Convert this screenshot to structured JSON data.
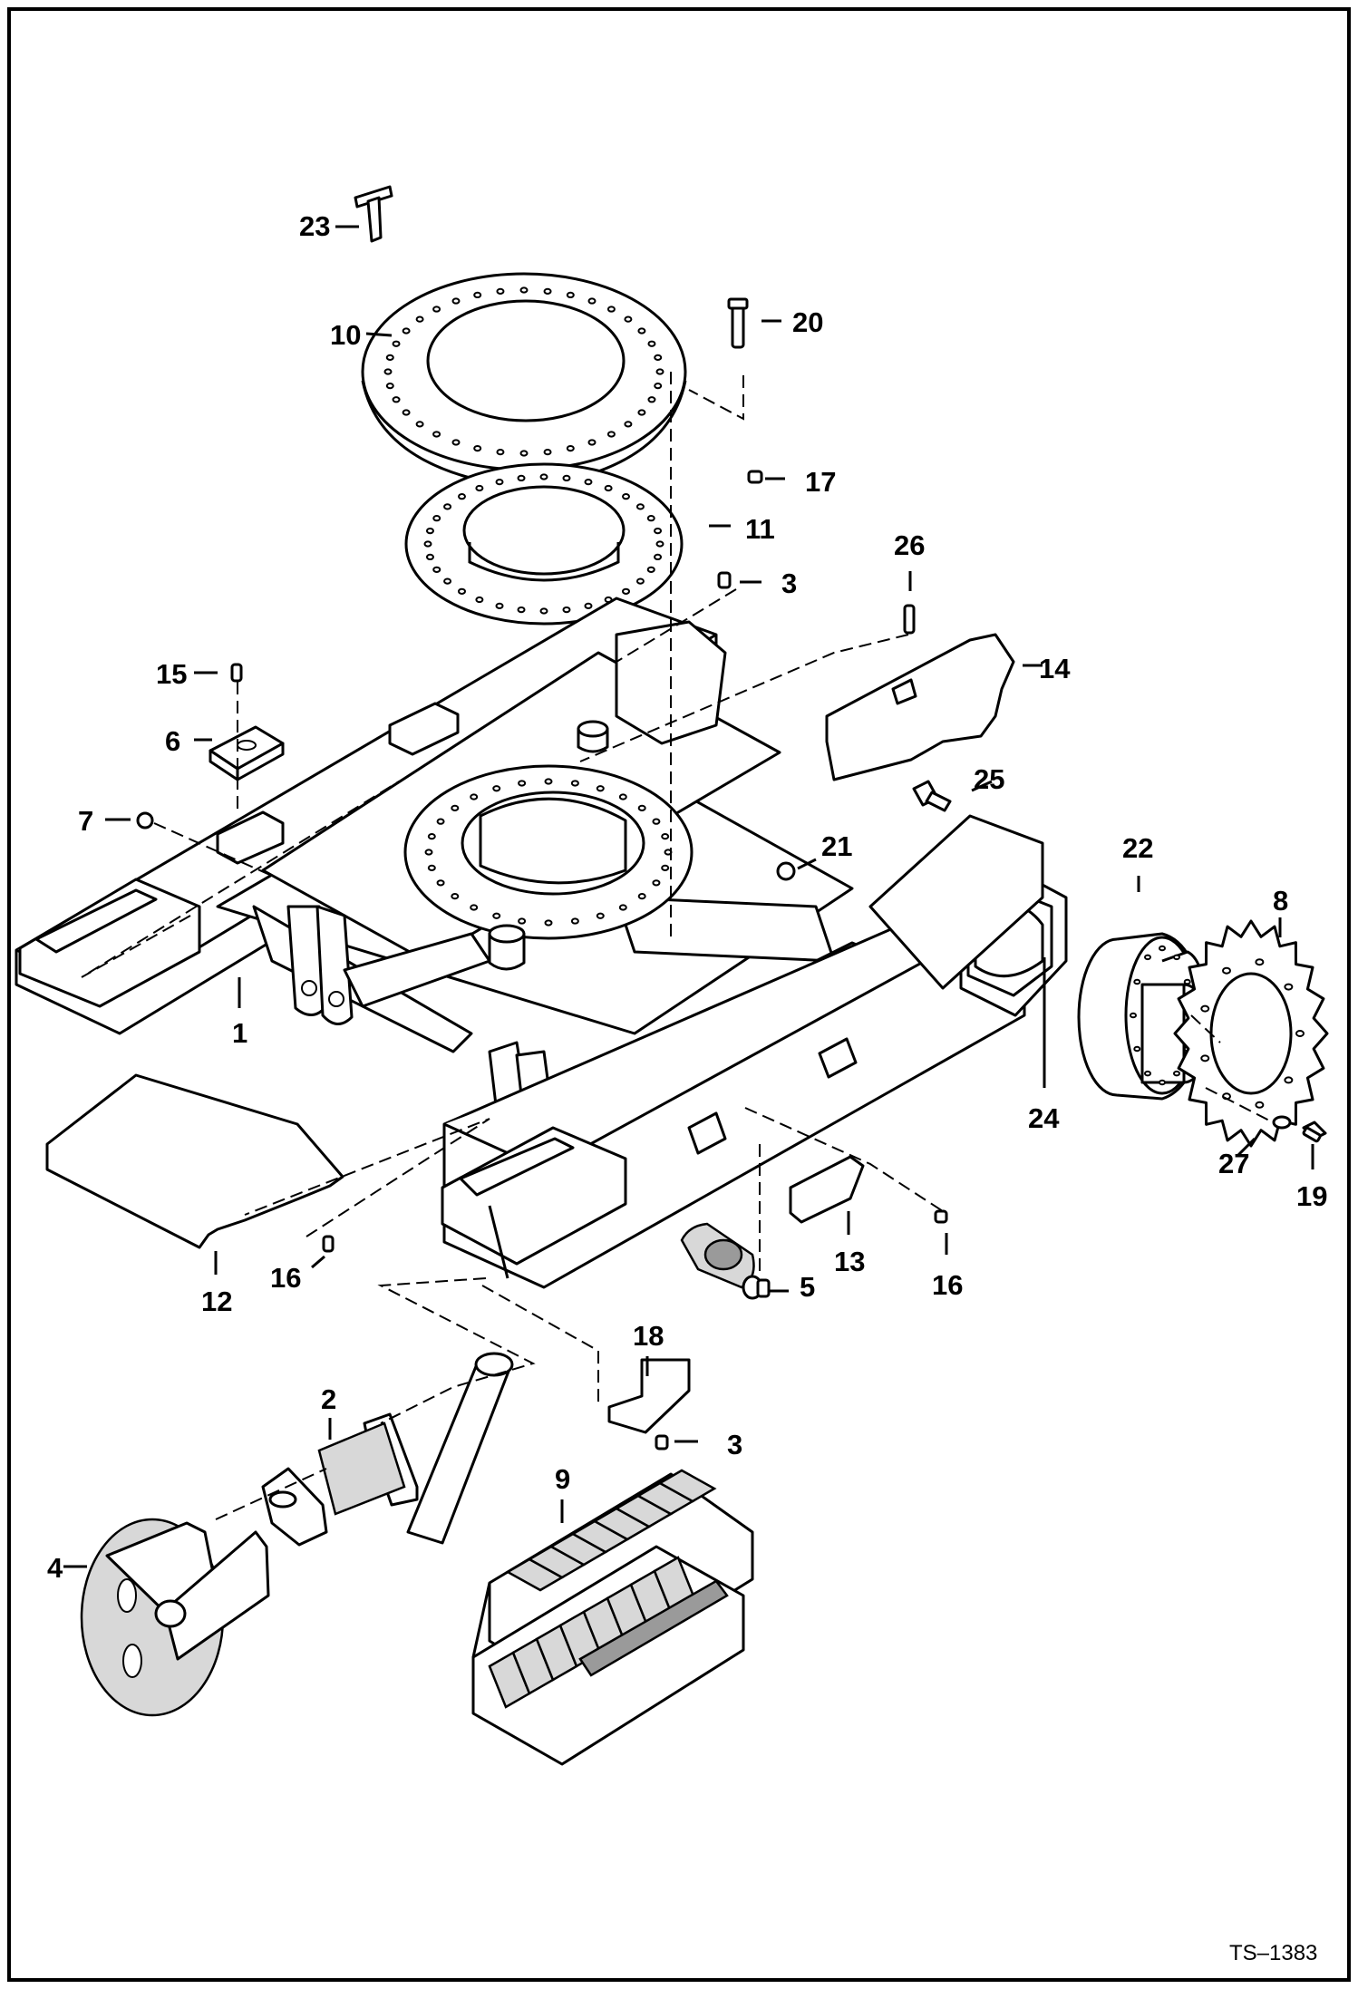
{
  "diagram": {
    "reference": "TS–1383",
    "callouts": [
      {
        "id": "c1",
        "label": "1"
      },
      {
        "id": "c2",
        "label": "2"
      },
      {
        "id": "c3a",
        "label": "3"
      },
      {
        "id": "c3b",
        "label": "3"
      },
      {
        "id": "c4",
        "label": "4"
      },
      {
        "id": "c5",
        "label": "5"
      },
      {
        "id": "c6",
        "label": "6"
      },
      {
        "id": "c7",
        "label": "7"
      },
      {
        "id": "c8",
        "label": "8"
      },
      {
        "id": "c9",
        "label": "9"
      },
      {
        "id": "c10",
        "label": "10"
      },
      {
        "id": "c11",
        "label": "11"
      },
      {
        "id": "c12",
        "label": "12"
      },
      {
        "id": "c13",
        "label": "13"
      },
      {
        "id": "c14",
        "label": "14"
      },
      {
        "id": "c15",
        "label": "15"
      },
      {
        "id": "c16a",
        "label": "16"
      },
      {
        "id": "c16b",
        "label": "16"
      },
      {
        "id": "c17",
        "label": "17"
      },
      {
        "id": "c18",
        "label": "18"
      },
      {
        "id": "c19",
        "label": "19"
      },
      {
        "id": "c20",
        "label": "20"
      },
      {
        "id": "c21",
        "label": "21"
      },
      {
        "id": "c22",
        "label": "22"
      },
      {
        "id": "c23",
        "label": "23"
      },
      {
        "id": "c24",
        "label": "24"
      },
      {
        "id": "c25",
        "label": "25"
      },
      {
        "id": "c26",
        "label": "26"
      },
      {
        "id": "c27",
        "label": "27"
      }
    ]
  }
}
